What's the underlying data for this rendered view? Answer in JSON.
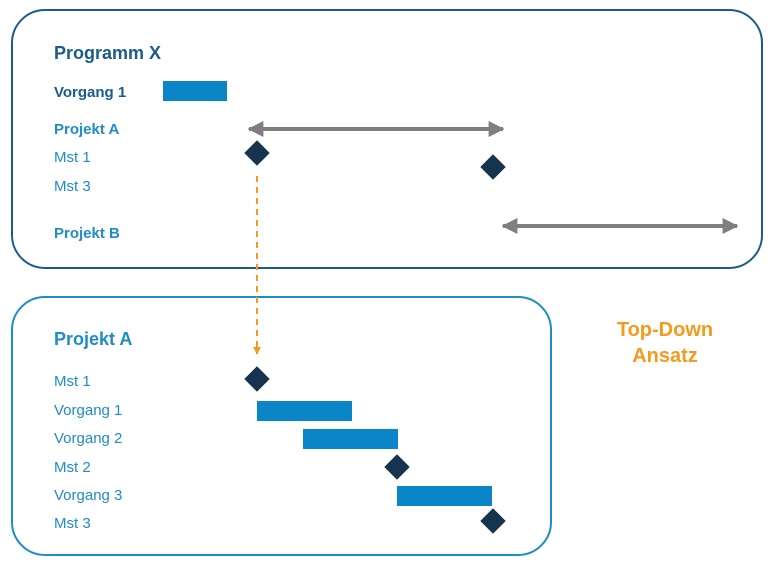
{
  "program": {
    "title": "Programm X",
    "rows": {
      "vorgang1": "Vorgang 1",
      "projekt_a": "Projekt A",
      "mst1": "Mst 1",
      "mst3": "Mst 3",
      "projekt_b": "Projekt B"
    }
  },
  "project": {
    "title": "Projekt A",
    "rows": {
      "mst1": "Mst 1",
      "vorgang1": "Vorgang 1",
      "vorgang2": "Vorgang 2",
      "mst2": "Mst 2",
      "vorgang3": "Vorgang 3",
      "mst3": "Mst 3"
    }
  },
  "caption": {
    "line1": "Top-Down",
    "line2": "Ansatz"
  },
  "colors": {
    "dark_blue": "#1b5b8c",
    "light_blue": "#1e8cc8",
    "bar": "#0a85c7",
    "milestone": "#17344f",
    "arrow_gray": "#7f7f7f",
    "accent_orange": "#f49a1c"
  }
}
